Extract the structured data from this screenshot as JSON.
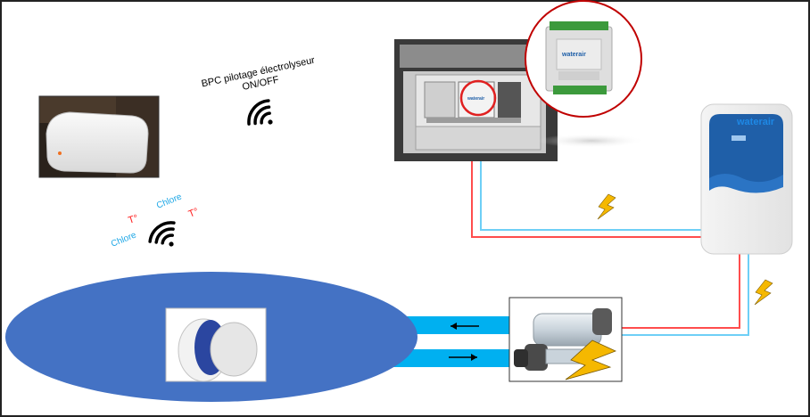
{
  "labels": {
    "bpc_line1": "BPC pilotage électrolyseur",
    "bpc_line2": "ON/OFF",
    "temp_left": "T°",
    "temp_right": "T°",
    "chlore_left": "Chlore",
    "chlore_top": "Chlore"
  },
  "brand": {
    "module": "waterair",
    "cell_box": "waterair"
  },
  "colors": {
    "frame": "#222222",
    "pool": "#4472c4",
    "pipe": "#00b0f0",
    "wire_red": "#ff4d4d",
    "wire_blue": "#6ecff6",
    "lightning": "#f5b800",
    "temp_text": "#ff2020",
    "chlore_text": "#1ea7e6",
    "cell_box_blue": "#1f5fa8"
  },
  "icons": [
    "wifi-icon",
    "arrow-left-icon",
    "arrow-right-icon",
    "lightning-icon"
  ]
}
